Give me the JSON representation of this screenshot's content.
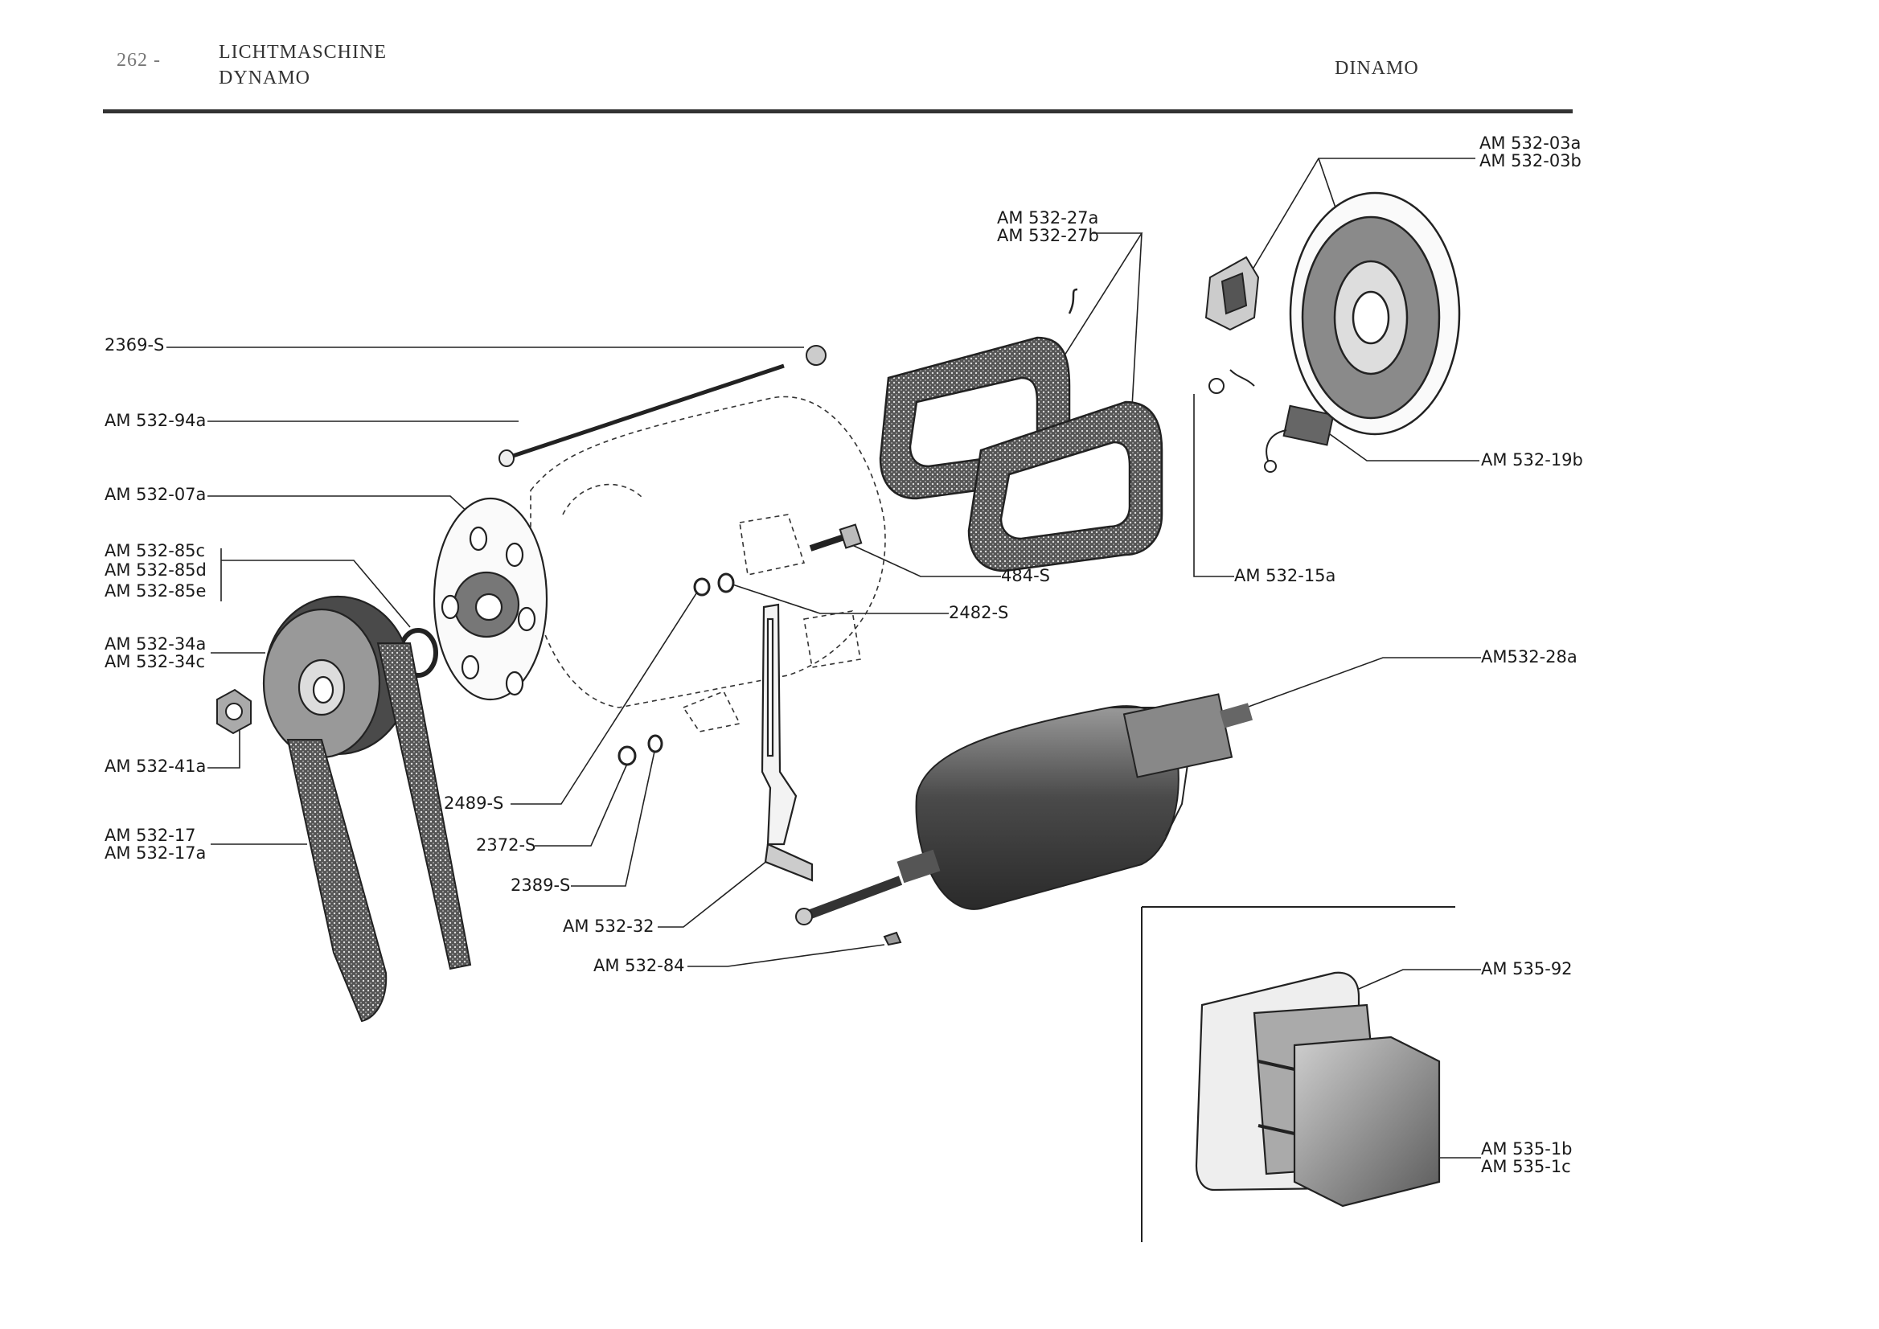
{
  "header": {
    "page_number": "262 -",
    "title_de": "LICHTMASCHINE",
    "title_en": "DYNAMO",
    "title_it": "DINAMO"
  },
  "labels": {
    "am_532_03a": "AM 532-03a",
    "am_532_03b": "AM 532-03b",
    "am_532_27a": "AM 532-27a",
    "am_532_27b": "AM 532-27b",
    "s_2369": "2369-S",
    "am_532_94a": "AM 532-94a",
    "am_532_07a": "AM 532-07a",
    "am_532_85c": "AM 532-85c",
    "am_532_85d": "AM 532-85d",
    "am_532_85e": "AM 532-85e",
    "am_532_34a": "AM 532-34a",
    "am_532_34c": "AM 532-34c",
    "am_532_41a": "AM 532-41a",
    "am_532_17": "AM 532-17",
    "am_532_17a": "AM 532-17a",
    "s_2489": "2489-S",
    "s_2372": "2372-S",
    "s_2389": "2389-S",
    "am_532_32": "AM 532-32",
    "am_532_84": "AM 532-84",
    "s_484": "484-S",
    "s_2482": "2482-S",
    "am_532_15a": "AM 532-15a",
    "am_532_19b": "AM 532-19b",
    "am_532_28a": "AM532-28a",
    "am_535_92": "AM 535-92",
    "am_535_1b": "AM 535-1b",
    "am_535_1c": "AM 535-1c"
  },
  "colors": {
    "ink": "#1a1a1a",
    "shade": "#7a7a7a",
    "paper": "#ffffff"
  }
}
